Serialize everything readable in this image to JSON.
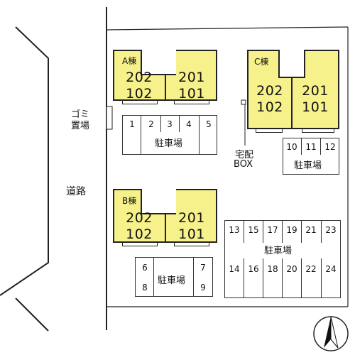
{
  "buildings": {
    "a": {
      "name": "A棟",
      "left_units": [
        "202",
        "102"
      ],
      "right_units": [
        "201",
        "101"
      ]
    },
    "b": {
      "name": "B棟",
      "left_units": [
        "202",
        "102"
      ],
      "right_units": [
        "201",
        "101"
      ]
    },
    "c": {
      "name": "C棟",
      "left_units": [
        "202",
        "102"
      ],
      "right_units": [
        "201",
        "101"
      ]
    }
  },
  "parking_label": "駐車場",
  "parking_1": [
    "1",
    "2",
    "3",
    "4",
    "5"
  ],
  "parking_2": [
    "10",
    "11",
    "12"
  ],
  "parking_3": {
    "top": [
      "6",
      "7"
    ],
    "bottom": [
      "8",
      "9"
    ]
  },
  "parking_4": {
    "top": [
      "13",
      "15",
      "17",
      "19",
      "21",
      "23"
    ],
    "bottom": [
      "14",
      "16",
      "18",
      "20",
      "22",
      "24"
    ]
  },
  "labels": {
    "garbage_line1": "ゴミ",
    "garbage_line2": "置場",
    "delivery_box_line1": "宅配",
    "delivery_box_line2": "BOX",
    "road": "道路"
  },
  "colors": {
    "building_fill": "#f6f18a",
    "outline": "#222222"
  },
  "icons": [
    "north-arrow-icon"
  ]
}
